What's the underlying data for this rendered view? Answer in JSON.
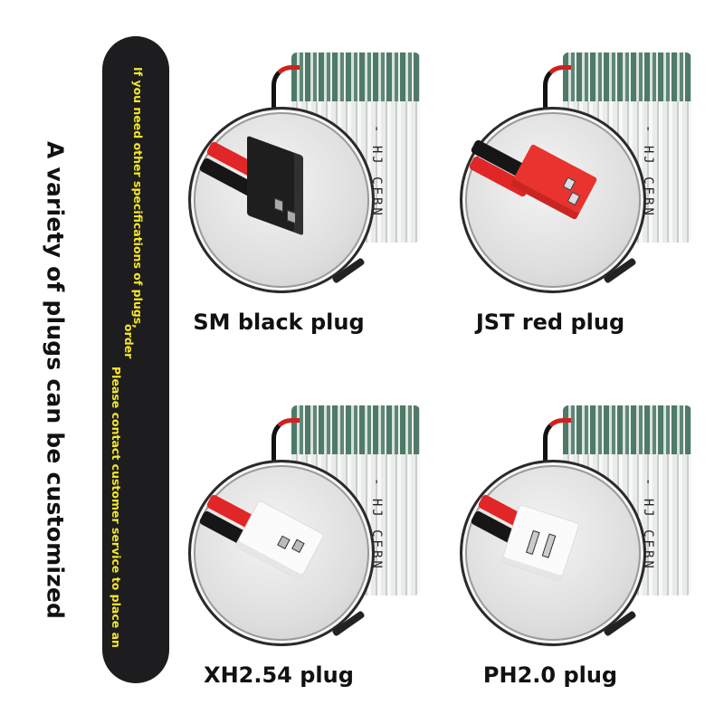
{
  "headline": "A variety of plugs can be customized",
  "note": {
    "line1": "If you need other specifications of plugs,",
    "line2": "order",
    "line3": "Please contact customer service to place an"
  },
  "colors": {
    "pill_bg": "#1d1d1f",
    "note_text": "#f5e62a",
    "wire_red": "#e02626",
    "wire_black": "#161616",
    "jst_red": "#e8332f"
  },
  "plugs": [
    {
      "label": "SM black plug",
      "icon": "sm-black-connector"
    },
    {
      "label": "JST red plug",
      "icon": "jst-red-connector"
    },
    {
      "label": "XH2.54 plug",
      "icon": "xh254-white-connector"
    },
    {
      "label": "PH2.0 plug",
      "icon": "ph20-white-connector"
    }
  ],
  "battery_mark": "- HJ CEBN"
}
